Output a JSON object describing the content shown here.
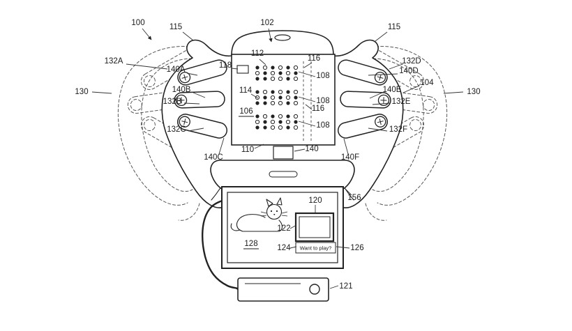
{
  "figure": {
    "ref_labels": {
      "n100": "100",
      "n102": "102",
      "n104": "104",
      "n106": "106",
      "n108": "108",
      "n110": "110",
      "n112": "112",
      "n114": "114",
      "n115": "115",
      "n116": "116",
      "n118": "118",
      "n120": "120",
      "n121": "121",
      "n122": "122",
      "n124": "124",
      "n126": "126",
      "n128": "128",
      "n130": "130",
      "n132A": "132A",
      "n132B": "132B",
      "n132C": "132C",
      "n132D": "132D",
      "n132E": "132E",
      "n132F": "132F",
      "n140": "140",
      "n140A": "140A",
      "n140B": "140B",
      "n140C": "140C",
      "n140D": "140D",
      "n140E": "140E",
      "n140F": "140F",
      "n156": "156"
    },
    "screen": {
      "prompt": "Want to play?"
    }
  }
}
